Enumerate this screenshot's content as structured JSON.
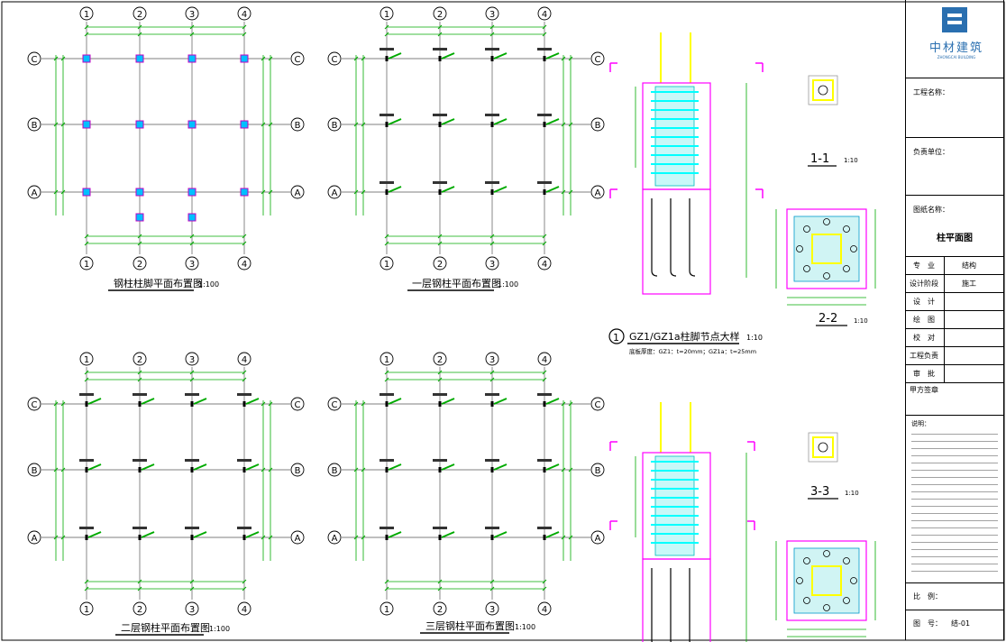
{
  "grid": {
    "cols": [
      "1",
      "2",
      "3",
      "4"
    ],
    "rows": [
      "C",
      "B",
      "A"
    ]
  },
  "drawings": {
    "plan1_title": "钢柱柱脚平面布置图",
    "plan2_title": "一层钢柱平面布置图",
    "plan3_title": "二层钢柱平面布置图",
    "plan4_title": "三层钢柱平面布置图",
    "plan_scale": "1:100",
    "detail_num": "1",
    "detail_title": "GZ1/GZ1a柱脚节点大样",
    "detail_scale": "1:10",
    "detail_note": "底板厚度：GZ1：t=20mm；GZ1a：t=25mm",
    "sec1_title": "1-1",
    "sec2_title": "2-2",
    "sec3_title": "3-3",
    "sec_scale": "1:10"
  },
  "title_block": {
    "logo_text": "中材建筑",
    "logo_sub": "ZHONGCAI BUILDING",
    "project_name_label": "工程名称：",
    "client_label": "负责单位：",
    "drawing_name_label": "图纸名称：",
    "drawing_name": "柱平面图",
    "rows": [
      {
        "label": "专　业",
        "value": "结构"
      },
      {
        "label": "设计阶段",
        "value": "施工"
      },
      {
        "label": "设　计",
        "value": ""
      },
      {
        "label": "绘　图",
        "value": ""
      },
      {
        "label": "校　对",
        "value": ""
      },
      {
        "label": "工程负责",
        "value": ""
      },
      {
        "label": "审　批",
        "value": ""
      },
      {
        "label": "甲方签章",
        "value": ""
      }
    ],
    "notes_title": "说明：",
    "scale_label": "比　例：",
    "sheet_label": "图　号：",
    "sheet_value": "结-01"
  },
  "colors": {
    "grid_line": "#00aa00",
    "column": "#ff00ff",
    "bolt": "#00ffff",
    "weld": "#ffff00",
    "dim": "#00aa00",
    "text": "#000000",
    "section": "#0000ff"
  }
}
